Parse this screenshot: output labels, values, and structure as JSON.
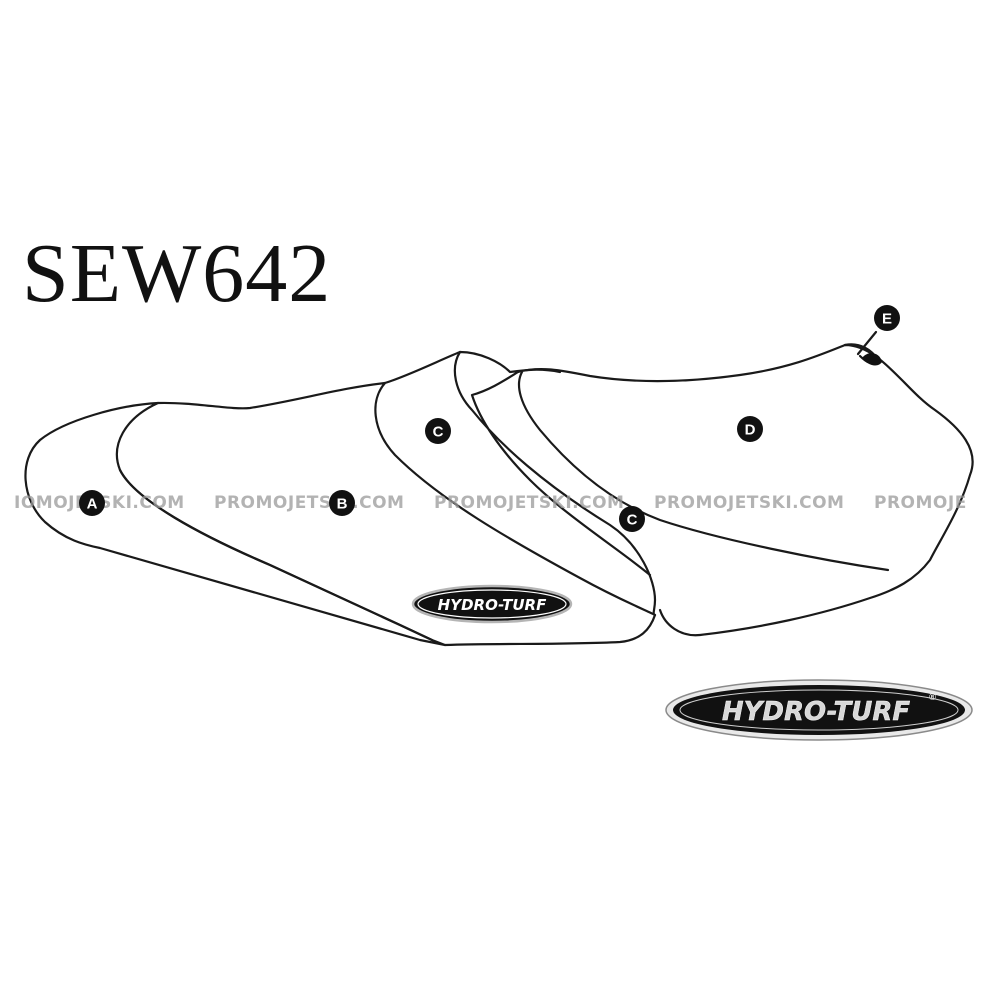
{
  "title": "SEW642",
  "callouts": [
    {
      "label": "A"
    },
    {
      "label": "B"
    },
    {
      "label": "C"
    },
    {
      "label": "C"
    },
    {
      "label": "D"
    },
    {
      "label": "E"
    }
  ],
  "watermark": {
    "segments": [
      "IOMOJETSKI.COM",
      "PROMOJETSKI.COM",
      "PROMOJETSKI.COM",
      "PROMOJETSKI.COM",
      "PROMOJE"
    ]
  },
  "logos": {
    "brand": "HYDRO-TURF",
    "registered_mark": "®"
  },
  "colors": {
    "outline": "#1a1a1a",
    "callout_fill": "#111111",
    "logo_fill": "#111111",
    "logo_ring": "#b5b5b5",
    "watermark": "#9a9a9a"
  }
}
